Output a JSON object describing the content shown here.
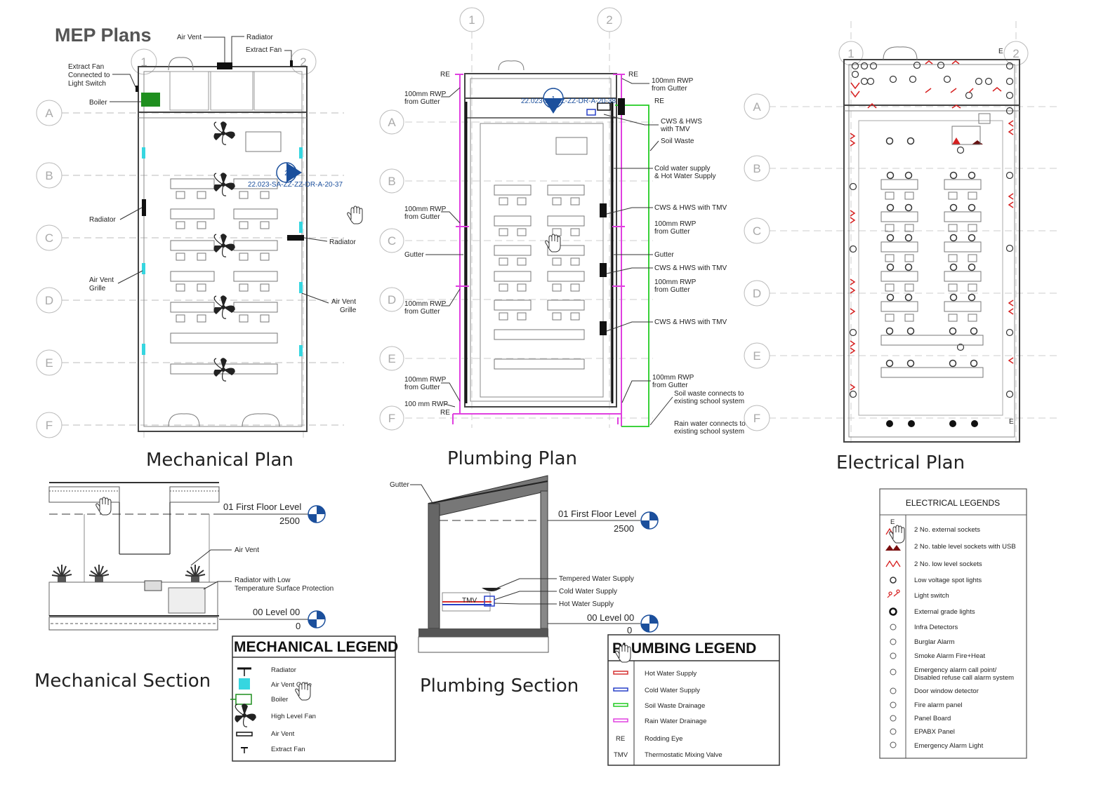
{
  "sheet_title": "MEP Plans",
  "titles": {
    "mechanical_plan": "Mechanical Plan",
    "plumbing_plan": "Plumbing Plan",
    "electrical_plan": "Electrical Plan",
    "mechanical_section": "Mechanical Section",
    "plumbing_section": "Plumbing Section"
  },
  "grid": {
    "rows": [
      "A",
      "B",
      "C",
      "D",
      "E",
      "F"
    ],
    "cols": [
      "1",
      "2"
    ]
  },
  "mechanical_plan": {
    "labels": {
      "air_vent_top": "Air Vent",
      "radiator_top": "Radiator",
      "extract_fan": "Extract Fan",
      "extract_fan_switch": [
        "Extract Fan",
        "Connected to",
        "Light Switch"
      ],
      "boiler": "Boiler",
      "radiator_left": "Radiator",
      "radiator_right": "Radiator",
      "air_vent_grille_left": [
        "Air Vent",
        "Grille"
      ],
      "air_vent_grille_right": [
        "Air Vent",
        "Grille"
      ]
    },
    "section_marker": {
      "number": "2",
      "reference": "22.023-SA-ZZ-ZZ-DR-A-20-37"
    },
    "colors": {
      "boiler": "#1f8f1f",
      "grille": "#36d6e0",
      "marker": "#1b4f9c"
    }
  },
  "plumbing_plan": {
    "left_labels": [
      "RE",
      [
        "100mm RWP",
        "from Gutter"
      ],
      [
        "100mm RWP",
        "from Gutter"
      ],
      "Gutter",
      [
        "100mm RWP",
        "from Gutter"
      ],
      [
        "100mm RWP",
        "from Gutter"
      ],
      "100 mm RWP",
      "RE"
    ],
    "right_labels": [
      "RE",
      [
        "100mm RWP",
        "from Gutter"
      ],
      "RE",
      [
        "CWS & HWS",
        "with TMV"
      ],
      "Soil Waste",
      [
        "Cold water supply",
        " & Hot Water Supply"
      ],
      "CWS & HWS with TMV",
      [
        "100mm RWP",
        "from Gutter"
      ],
      "Gutter",
      "CWS & HWS with TMV",
      [
        "100mm RWP",
        "from Gutter"
      ],
      "CWS & HWS with TMV",
      [
        "100mm RWP",
        "from Gutter"
      ],
      [
        "Soil waste connects to",
        "existing school system"
      ],
      [
        "Rain water connects to",
        "existing school system"
      ]
    ],
    "section_marker": {
      "number": "1",
      "reference": "22.023-SA-ZZ-ZZ-DR-A-20-38"
    },
    "colors": {
      "rain": "#e040e0",
      "soil": "#22cc22",
      "hot": "#d63030",
      "cold": "#2840c8"
    }
  },
  "electrical_plan": {
    "tag_e": "E",
    "colors": {
      "sockets": "#d62020"
    }
  },
  "mechanical_section": {
    "first_floor": {
      "label": "01 First Floor Level",
      "value": "2500"
    },
    "ground": {
      "label": "00 Level 00",
      "value": "0"
    },
    "labels": {
      "air_vent": "Air Vent",
      "radiator": [
        "Radiator with Low",
        "Temperature Surface Protection"
      ]
    }
  },
  "plumbing_section": {
    "gutter": "Gutter",
    "first_floor": {
      "label": "01 First Floor Level",
      "value": "2500"
    },
    "ground": {
      "label": "00 Level 00",
      "value": "0"
    },
    "tmv": "TMV",
    "labels": [
      "Tempered Water Supply",
      "Cold Water Supply",
      "Hot Water Supply"
    ]
  },
  "mechanical_legend": {
    "title": "MECHANICAL LEGEND",
    "items": [
      "Radiator",
      "Air Vent Grille",
      "Boiler",
      "High Level Fan",
      "Air Vent",
      "Extract Fan"
    ]
  },
  "plumbing_legend": {
    "title": "PLUMBING LEGEND",
    "items": [
      {
        "symbol": "",
        "color": "#d63030",
        "label": "Hot Water Supply"
      },
      {
        "symbol": "",
        "color": "#2840c8",
        "label": "Cold Water Supply"
      },
      {
        "symbol": "",
        "color": "#22cc22",
        "label": "Soil Waste Drainage"
      },
      {
        "symbol": "",
        "color": "#e040e0",
        "label": "Rain Water Drainage"
      },
      {
        "symbol": "RE",
        "color": "",
        "label": "Rodding Eye"
      },
      {
        "symbol": "TMV",
        "color": "",
        "label": "Thermostatic Mixing Valve"
      }
    ]
  },
  "electrical_legend": {
    "title": "ELECTRICAL LEGENDS",
    "tag_e": "E",
    "items": [
      [
        "2 No. external sockets"
      ],
      [
        "2 No. table level sockets with USB"
      ],
      [
        "2 No. low level sockets"
      ],
      [
        "Low voltage spot lights"
      ],
      [
        "Light switch"
      ],
      [
        "External grade lights"
      ],
      [
        "Infra Detectors"
      ],
      [
        "Burglar Alarm"
      ],
      [
        "Smoke Alarm Fire+Heat"
      ],
      [
        "Emergency alarm call point/",
        "Disabled refuse call alarm system"
      ],
      [
        "Door window detector"
      ],
      [
        "Fire alarm panel"
      ],
      [
        "Panel Board"
      ],
      [
        "EPABX Panel"
      ],
      [
        "Emergency Alarm Light"
      ]
    ]
  }
}
